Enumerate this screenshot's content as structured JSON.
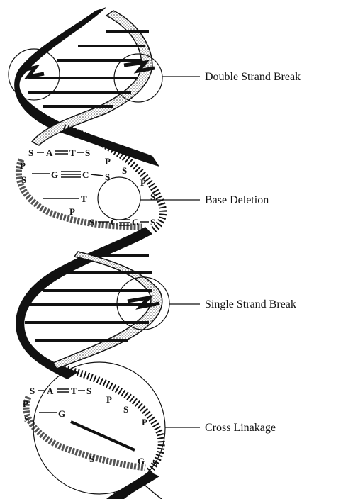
{
  "annotations": [
    {
      "id": "double-strand-break",
      "label": "Double Strand Break"
    },
    {
      "id": "base-deletion",
      "label": "Base Deletion"
    },
    {
      "id": "single-strand-break",
      "label": "Single Strand Break"
    },
    {
      "id": "cross-linkage",
      "label": "Cross Linakage"
    }
  ],
  "segment_upper": {
    "row1": [
      "S",
      "A",
      "T",
      "S"
    ],
    "row2": [
      "G",
      "C",
      "S"
    ],
    "row3": [
      "T"
    ],
    "row4": [
      "P",
      "S",
      "C",
      "G",
      "S"
    ],
    "backbone_right": [
      "P",
      "S",
      "P",
      "S"
    ],
    "backbone_left": [
      "P",
      "S"
    ]
  },
  "segment_lower": {
    "row1": [
      "S",
      "A",
      "T",
      "S"
    ],
    "row2": [
      "G"
    ],
    "row3": [
      "S",
      "G",
      "S"
    ],
    "backbone_right": [
      "P",
      "S",
      "P"
    ],
    "backbone_left": [
      "P",
      "S"
    ]
  },
  "colors": {
    "ink": "#111111",
    "paper": "#ffffff",
    "stipple": "#777777"
  }
}
